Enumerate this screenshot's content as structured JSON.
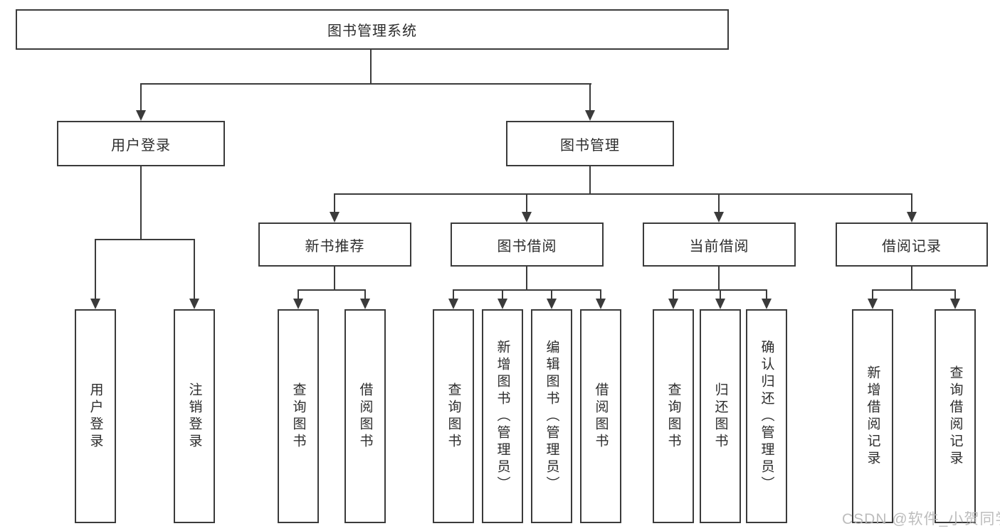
{
  "tree": {
    "label": "图书管理系统",
    "children": [
      {
        "label": "用户登录",
        "children": [
          {
            "label": "用户登录"
          },
          {
            "label": "注销登录"
          }
        ]
      },
      {
        "label": "图书管理",
        "children": [
          {
            "label": "新书推荐",
            "children": [
              {
                "label": "查询图书"
              },
              {
                "label": "借阅图书"
              }
            ]
          },
          {
            "label": "图书借阅",
            "children": [
              {
                "label": "查询图书"
              },
              {
                "label": "新增图书（管理员）"
              },
              {
                "label": "编辑图书（管理员）"
              },
              {
                "label": "借阅图书"
              }
            ]
          },
          {
            "label": "当前借阅",
            "children": [
              {
                "label": "查询图书"
              },
              {
                "label": "归还图书"
              },
              {
                "label": "确认归还（管理员）"
              }
            ]
          },
          {
            "label": "借阅记录",
            "children": [
              {
                "label": "新增借阅记录"
              },
              {
                "label": "查询借阅记录"
              }
            ]
          }
        ]
      }
    ]
  },
  "watermark": {
    "text": "CSDN @软件_小贺同学"
  },
  "colors": {
    "line": "#3b3b3b",
    "text": "#2d2d2d",
    "watermark": "#b6b6b6",
    "background": "#ffffff"
  }
}
